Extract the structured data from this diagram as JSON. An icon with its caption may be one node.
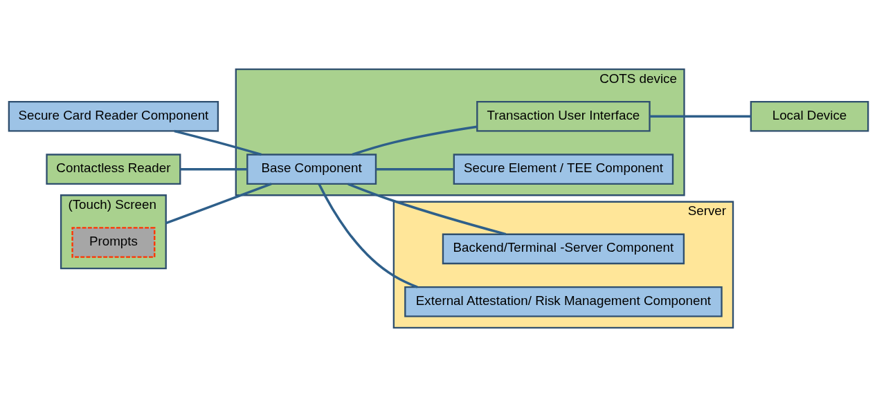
{
  "diagram": {
    "nodes": [
      {
        "text": [
          "Secure Card Reader Component"
        ]
      },
      {
        "text": [
          "Contactless Reader"
        ]
      },
      {
        "text": [
          "COTS device"
        ]
      },
      {
        "text": [
          "(Touch) Screen"
        ]
      },
      {
        "text": [
          "Prompts"
        ],
        "in": 3
      },
      {
        "text": [
          "Base Component"
        ],
        "in": 2
      },
      {
        "text": [
          "Secure Element / TEE Component"
        ],
        "in": 2
      },
      {
        "text": [
          "Transaction User Interface"
        ],
        "in": 2
      },
      {
        "text": [
          "Local Device"
        ]
      },
      {
        "text": [
          "Server"
        ]
      },
      {
        "text": [
          "Backend/Terminal -Server Component"
        ],
        "in": 9
      },
      {
        "text": [
          "External Attestation/ Risk Management Component"
        ],
        "in": 9
      }
    ],
    "edges": [
      {
        "from": 1,
        "to": 5,
        "arrow": "none"
      },
      {
        "from": 0,
        "to": 5,
        "arrow": "none"
      },
      {
        "from": 3,
        "to": 5,
        "arrow": "none"
      },
      {
        "from": 5,
        "to": 10,
        "arrow": "none"
      },
      {
        "from": 5,
        "to": 11,
        "arrow": "none"
      },
      {
        "from": 5,
        "to": 6,
        "arrow": "none"
      },
      {
        "from": 5,
        "to": 7,
        "arrow": "none"
      },
      {
        "from": 7,
        "to": 8,
        "arrow": "none"
      }
    ]
  }
}
